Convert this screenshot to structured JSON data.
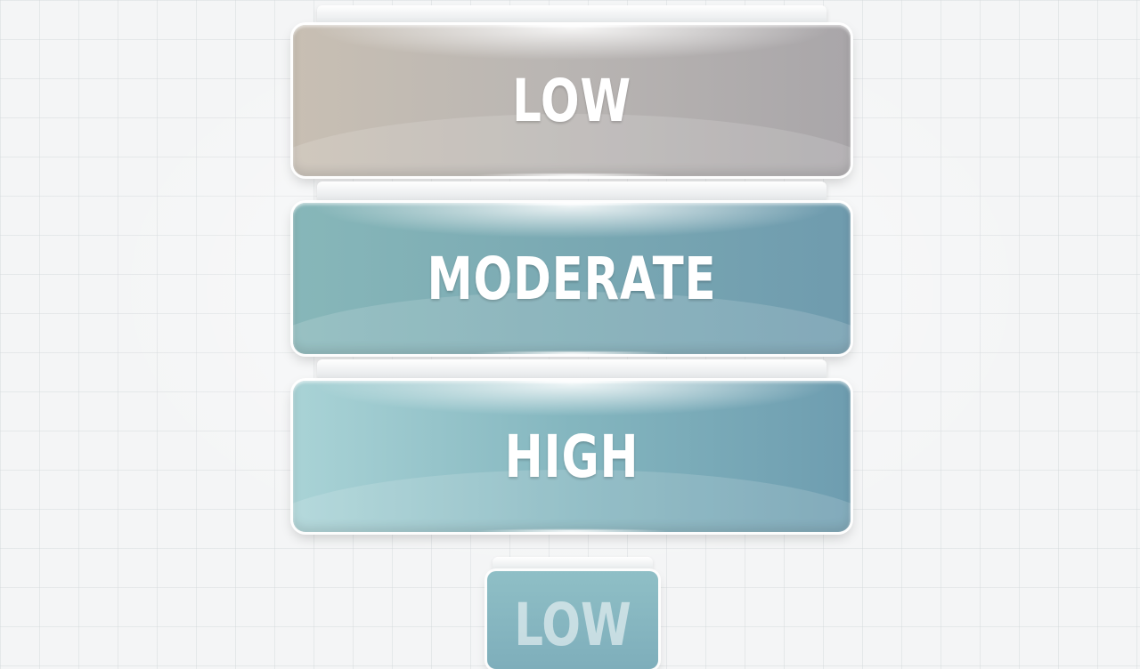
{
  "levels": [
    {
      "label": "LOW",
      "color": "#bab6b3"
    },
    {
      "label": "MODERATE",
      "color": "#7aa9b3"
    },
    {
      "label": "HIGH",
      "color": "#84b6bf"
    }
  ],
  "partial_button": {
    "label": "LOW",
    "color": "#7eaebb"
  }
}
